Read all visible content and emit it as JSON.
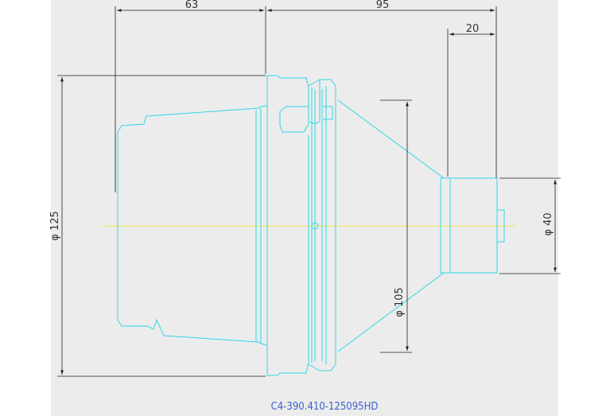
{
  "colors": {
    "paper": "#ececec",
    "outline": "#31d6e8",
    "dimension": "#1f1f1f",
    "centerline": "#f2e84a",
    "caption": "#3f5fd0"
  },
  "dimensions": {
    "shank_length": "63",
    "body_length": "95",
    "nose_length": "20",
    "flange_diameter": "φ 125",
    "cone_diameter": "φ 105",
    "nose_diameter": "φ 40"
  },
  "drawing": {
    "part_number": "C4-390.410-125095HD"
  }
}
